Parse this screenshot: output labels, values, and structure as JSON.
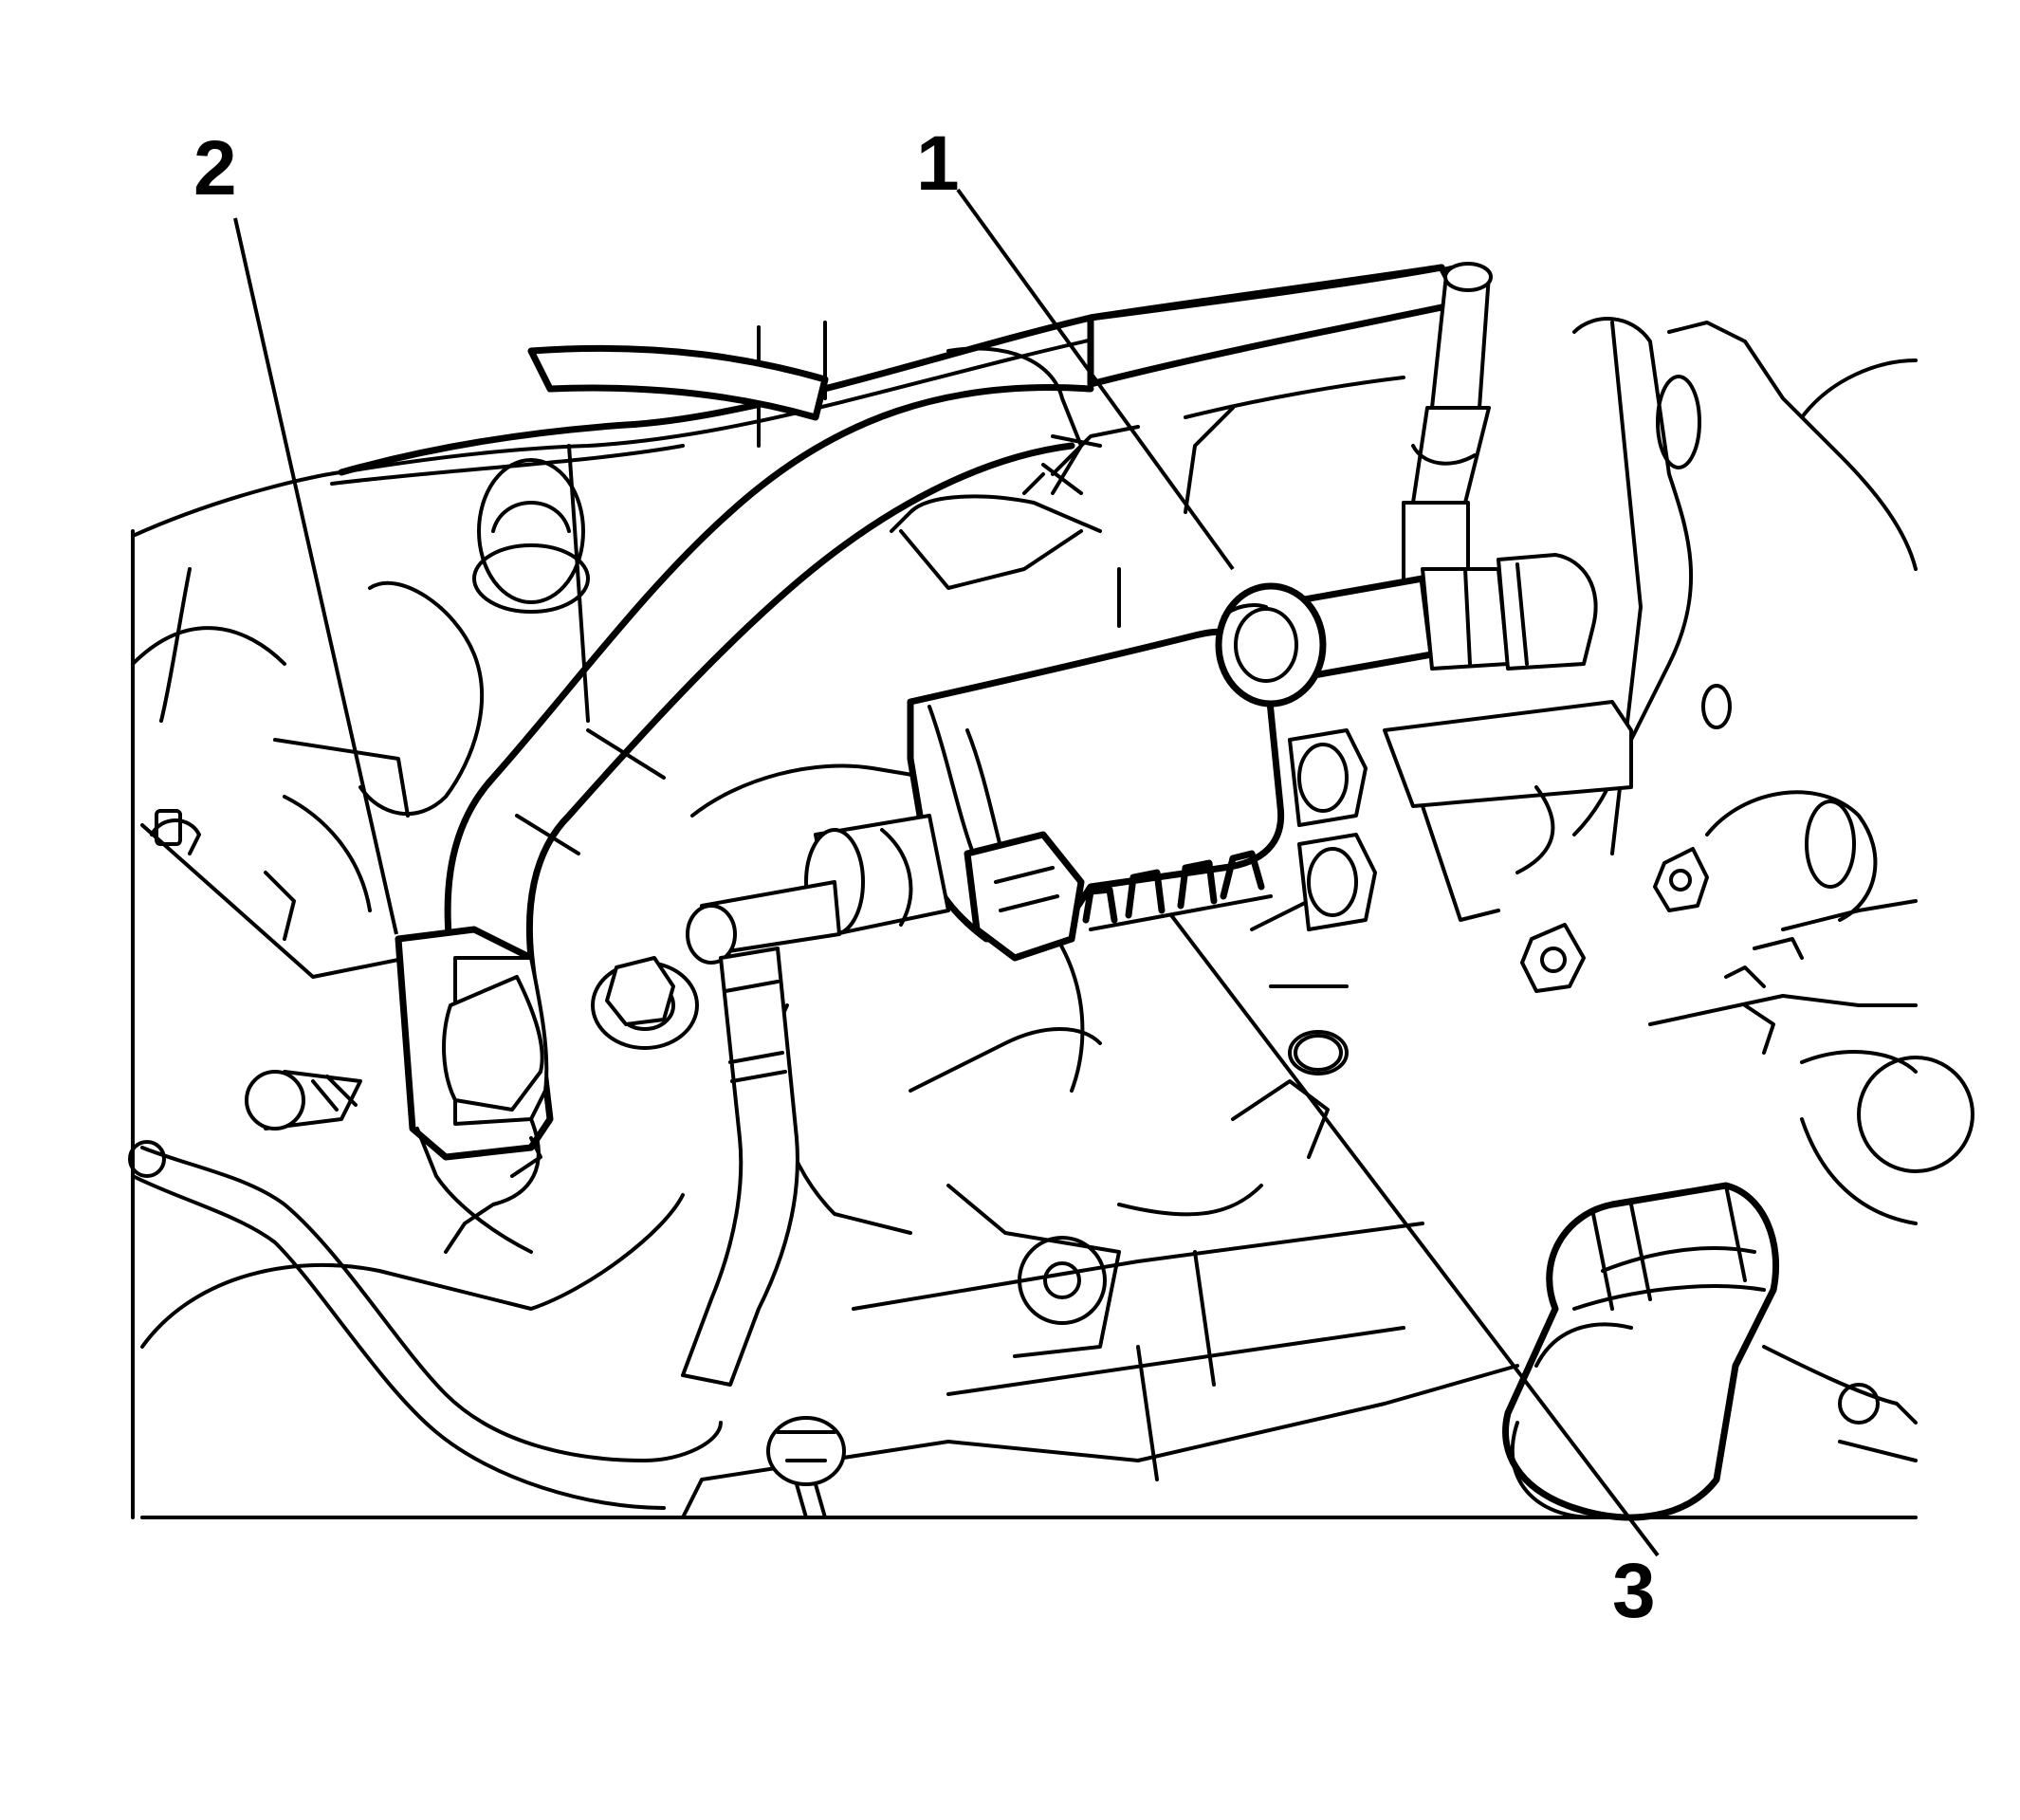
{
  "figure": {
    "callouts": [
      {
        "id": "1",
        "label": "1"
      },
      {
        "id": "2",
        "label": "2"
      },
      {
        "id": "3",
        "label": "3"
      }
    ]
  },
  "colors": {
    "line": "#000000",
    "background": "#ffffff"
  }
}
